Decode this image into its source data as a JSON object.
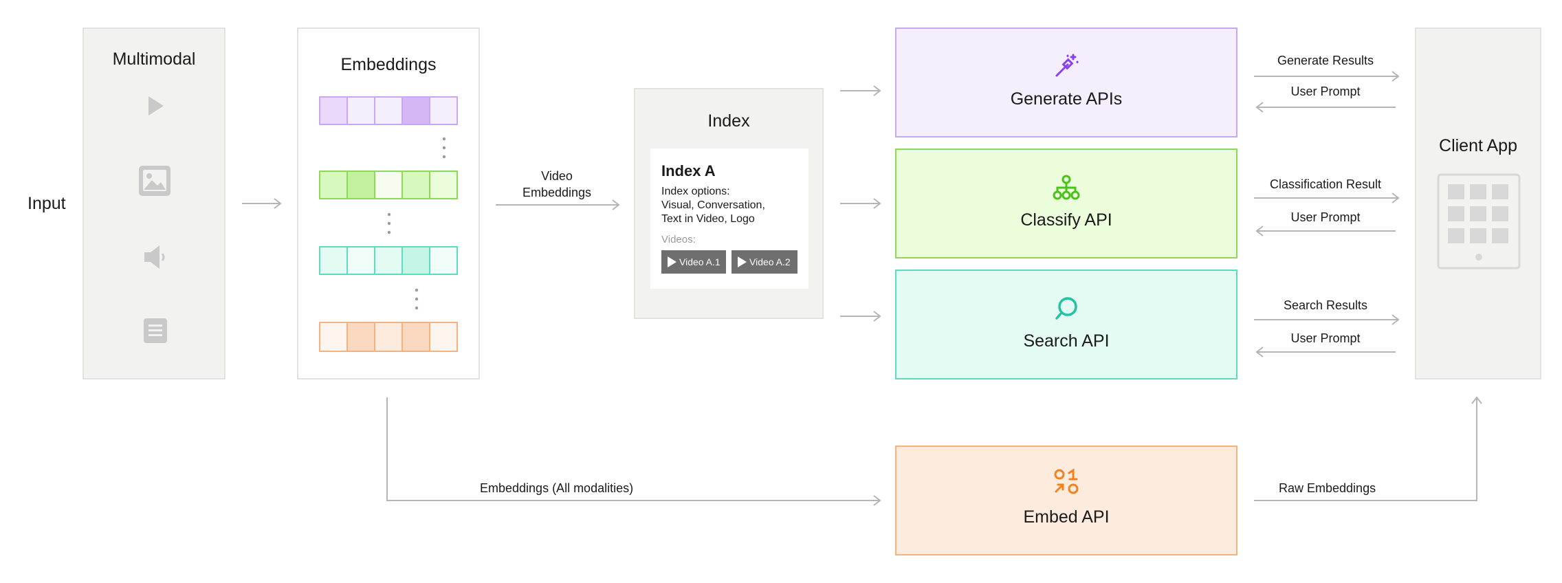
{
  "input_label": "Input",
  "multimodal": {
    "title": "Multimodal",
    "icons": [
      "play-icon",
      "image-icon",
      "speaker-icon",
      "document-icon"
    ]
  },
  "embeddings": {
    "title": "Embeddings"
  },
  "video_embeddings_label_line1": "Video",
  "video_embeddings_label_line2": "Embeddings",
  "index": {
    "title": "Index",
    "card_title": "Index A",
    "options_line1": "Index options:",
    "options_line2": "Visual, Conversation,",
    "options_line3": "Text in Video, Logo",
    "videos_label": "Videos:",
    "video_buttons": [
      "Video A.1",
      "Video A.2"
    ]
  },
  "apis": {
    "generate": {
      "title": "Generate APIs",
      "icon": "magic-wand-icon",
      "color": "#8a3ff0",
      "bg": "#f4eefd",
      "border": "#c9a8f3"
    },
    "classify": {
      "title": "Classify API",
      "icon": "hierarchy-icon",
      "color": "#49c21a",
      "bg": "#ecfddc",
      "border": "#8ed957"
    },
    "search": {
      "title": "Search API",
      "icon": "search-icon",
      "color": "#22c4a0",
      "bg": "#e3fbf3",
      "border": "#5fdcbe"
    },
    "embed": {
      "title": "Embed API",
      "icon": "binary-icon",
      "color": "#f2811f",
      "bg": "#fdebdd",
      "border": "#f6b27c"
    }
  },
  "arrows": {
    "generate_results": "Generate Results",
    "classification_result": "Classification Result",
    "search_results": "Search Results",
    "user_prompt": "User Prompt",
    "embeddings_all": "Embeddings (All modalities)",
    "raw_embeddings": "Raw Embeddings"
  },
  "client_app": {
    "title": "Client App",
    "icon": "tablet-icon"
  }
}
